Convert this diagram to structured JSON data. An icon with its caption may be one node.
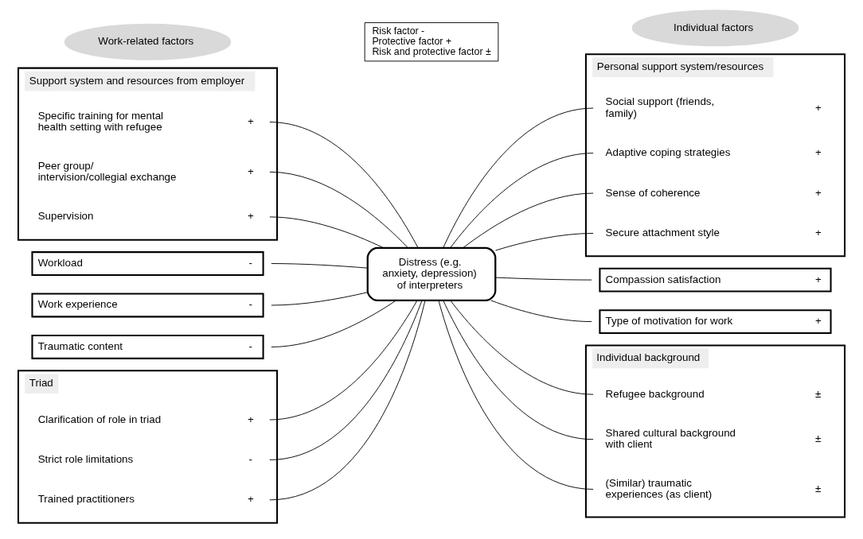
{
  "diagram": {
    "nodes": [
      {
        "text": [
          "Work-related factors"
        ]
      },
      {
        "text": [
          "Individual factors"
        ]
      },
      {
        "text": [
          "Support system and resources from employer"
        ]
      },
      {
        "text": [
          "Specific training for mental health setting with refugee",
          "+"
        ],
        "in": 2
      },
      {
        "text": [
          "Peer group/ intervision/collegial exchange",
          "+"
        ],
        "in": 2
      },
      {
        "text": [
          "Supervision",
          "+"
        ],
        "in": 2
      },
      {
        "text": [
          "Workload",
          "-"
        ]
      },
      {
        "text": [
          "Work experience",
          "-"
        ]
      },
      {
        "text": [
          "Traumatic content",
          "-"
        ]
      },
      {
        "text": [
          "Triad"
        ]
      },
      {
        "text": [
          "Clarification of role in triad",
          "+"
        ],
        "in": 9
      },
      {
        "text": [
          "Strict role limitations",
          "-"
        ],
        "in": 9
      },
      {
        "text": [
          "Trained practitioners",
          "+"
        ],
        "in": 9
      },
      {
        "text": [
          "Distress (e.g. anxiety, depression) of interpreters"
        ]
      },
      {
        "text": [
          "Personal support system/resources"
        ]
      },
      {
        "text": [
          "Social support (friends, family)",
          "+"
        ],
        "in": 14
      },
      {
        "text": [
          "Adaptive coping strategies",
          "+"
        ],
        "in": 14
      },
      {
        "text": [
          "Sense of coherence",
          "+"
        ],
        "in": 14
      },
      {
        "text": [
          "Secure attachment style",
          "+"
        ],
        "in": 14
      },
      {
        "text": [
          "Compassion satisfaction",
          "+"
        ]
      },
      {
        "text": [
          "Type of motivation for work",
          "+"
        ]
      },
      {
        "text": [
          "Individual background"
        ]
      },
      {
        "text": [
          "Refugee background",
          "±"
        ],
        "in": 21
      },
      {
        "text": [
          "Shared cultural background with client",
          "±"
        ],
        "in": 21
      },
      {
        "text": [
          "(Similar) traumatic experiences (as client)",
          "±"
        ],
        "in": 21
      },
      {
        "text": [
          "Risk factor -",
          "Protective factor +",
          "Risk and protective factor ±"
        ]
      }
    ],
    "edges": [
      {
        "from": 3,
        "to": 13,
        "arrow": "none"
      },
      {
        "from": 4,
        "to": 13,
        "arrow": "none"
      },
      {
        "from": 5,
        "to": 13,
        "arrow": "none"
      },
      {
        "from": 6,
        "to": 13,
        "arrow": "none"
      },
      {
        "from": 7,
        "to": 13,
        "arrow": "none"
      },
      {
        "from": 8,
        "to": 13,
        "arrow": "none"
      },
      {
        "from": 10,
        "to": 13,
        "arrow": "none"
      },
      {
        "from": 11,
        "to": 13,
        "arrow": "none"
      },
      {
        "from": 12,
        "to": 13,
        "arrow": "none"
      },
      {
        "from": 13,
        "to": 15,
        "arrow": "none"
      },
      {
        "from": 13,
        "to": 16,
        "arrow": "none"
      },
      {
        "from": 13,
        "to": 17,
        "arrow": "none"
      },
      {
        "from": 13,
        "to": 18,
        "arrow": "none"
      },
      {
        "from": 13,
        "to": 19,
        "arrow": "none"
      },
      {
        "from": 13,
        "to": 20,
        "arrow": "none"
      },
      {
        "from": 13,
        "to": 22,
        "arrow": "none"
      },
      {
        "from": 13,
        "to": 23,
        "arrow": "none"
      },
      {
        "from": 13,
        "to": 24,
        "arrow": "none"
      }
    ]
  }
}
